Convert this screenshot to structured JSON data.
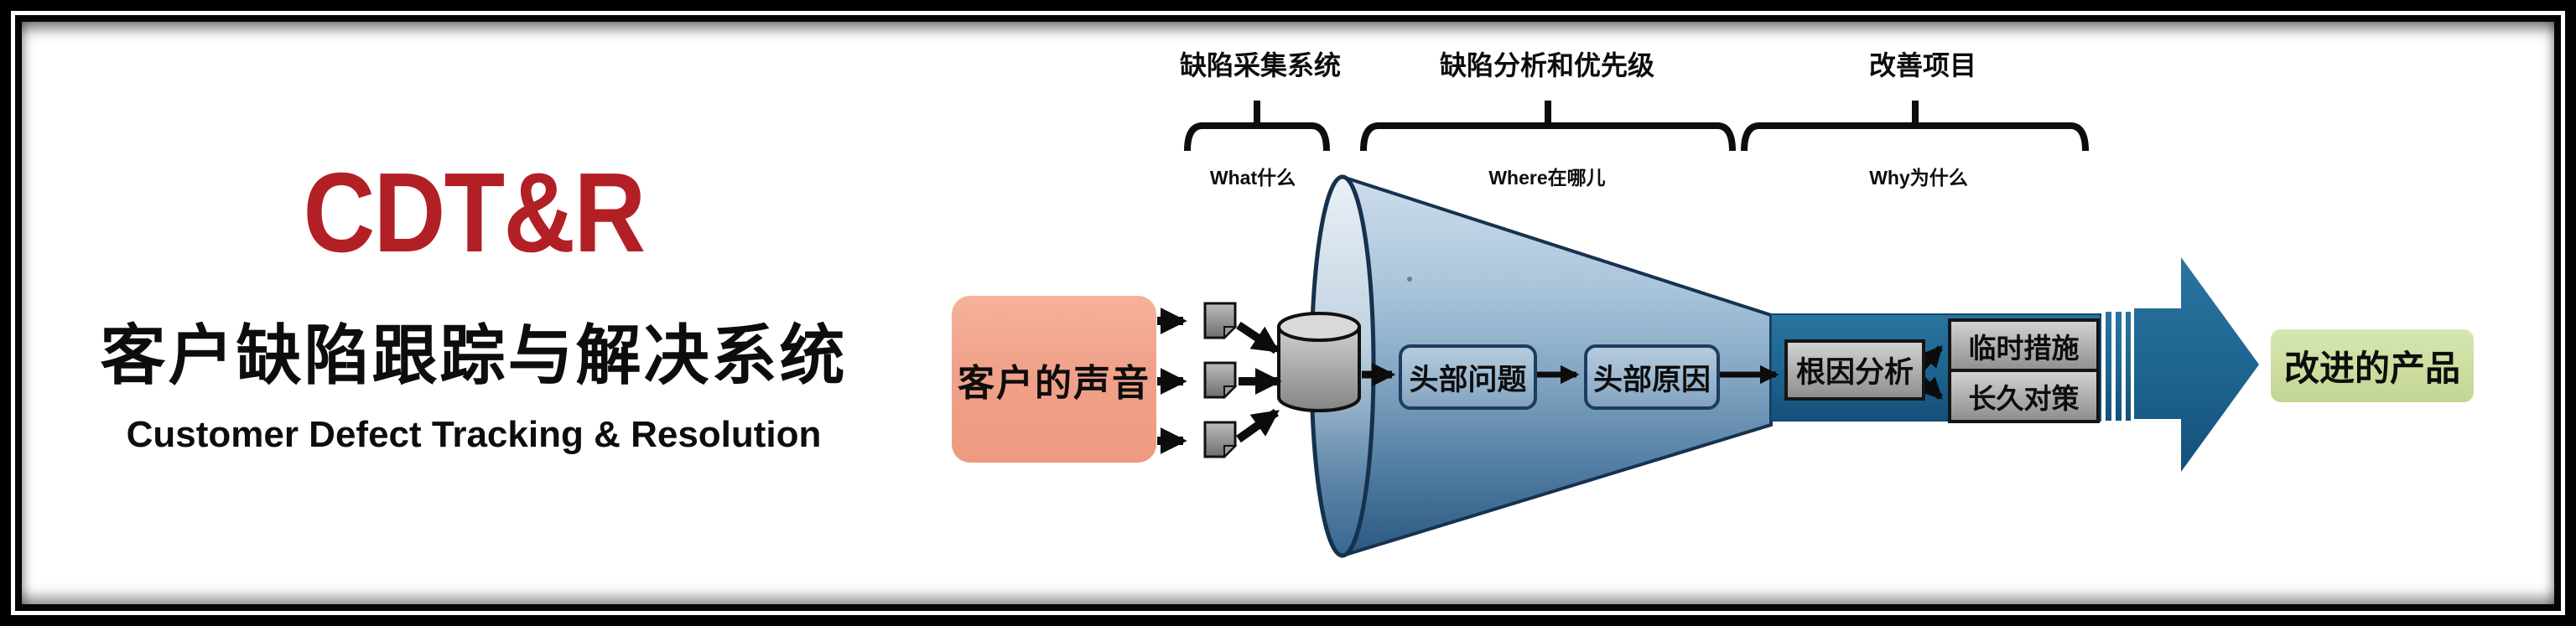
{
  "brand": {
    "acronym": "CDT&R",
    "title_zh": "客户缺陷跟踪与解决系统",
    "title_en": "Customer Defect Tracking & Resolution"
  },
  "stages": [
    {
      "label": "缺陷采集系统",
      "question": "What什么"
    },
    {
      "label": "缺陷分析和优先级",
      "question": "Where在哪儿"
    },
    {
      "label": "改善项目",
      "question": "Why为什么"
    }
  ],
  "flow": {
    "input": "客户的声音",
    "top_problem": "头部问题",
    "top_cause": "头部原因",
    "root_cause": "根因分析",
    "temporary_measure": "临时措施",
    "permanent_solution": "长久对策",
    "output": "改进的产品"
  },
  "colors": {
    "accent_red": "#b22025",
    "funnel_light": "#cddded",
    "funnel_dark": "#2b5880",
    "process_teal": "#1e6691",
    "input_pink": "#f0a189",
    "output_green": "#cdde9f",
    "box_gray": "#b5b5b5",
    "ink": "#111111"
  }
}
